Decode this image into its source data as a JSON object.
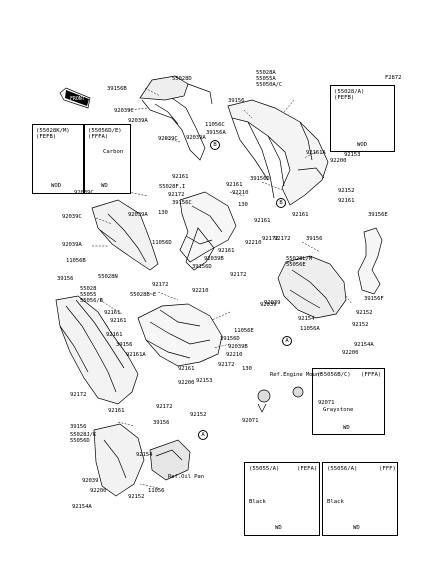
{
  "diagram_code": "F2872",
  "front_label": "FRONT",
  "labels": {
    "p39156B": "39156B",
    "p55028D": "55028D",
    "p92039C_a": "92039C",
    "p92039A_a": "92039A",
    "p92039A_b": "92039A",
    "p92039C_b": "92039C",
    "p39156A": "39156A",
    "p11056C_a": "11056C",
    "p39156_a": "39156",
    "p55028A_block": "55028A\n55055A\n55050A/C",
    "p92161A_a": "92161A",
    "p92153_a": "92153",
    "p92200_a": "92200",
    "p92161_a": "92161",
    "p92152_a": "92152",
    "p92161_b": "92161",
    "p92161_c": "92161",
    "p55028F_I": "55028F,I",
    "p92172_a": "92172",
    "p92210_a": "92210",
    "p39156C": "39156C",
    "p39156D": "39156D",
    "p92039C_c": "92039C",
    "p92039A_c": "92039A",
    "p92039C_d": "92039C",
    "p130_a": "130",
    "p130_b": "130",
    "p11056D": "11056D",
    "p92039A_d": "92039A",
    "p92161_d": "92161",
    "p92210_b": "92210",
    "p92161_e": "92161",
    "p92039B_a": "92039B",
    "p39156D_b": "39156D",
    "p92172_b": "92172",
    "p92172_c": "92172",
    "p39156_b": "39156",
    "p92039_a": "92039",
    "p11056B": "11056B",
    "p55028N": "55028N",
    "p39156_c": "39156",
    "p55028_block": "55028\n55055\n55056/B",
    "p55028B_E": "55028B~E",
    "p92172_d": "92172",
    "p92210_c": "92210",
    "p92161_f": "92161",
    "p92161_g": "92161",
    "p11056E": "11056E",
    "p39156D_c": "39156D",
    "p92039B_b": "92039B",
    "p92161_h": "92161",
    "p39156_d": "39156",
    "p92161A_b": "92161A",
    "p92210_d": "92210",
    "p92172_e": "92172",
    "p92153_b": "92153",
    "p92200_b": "92200",
    "p92152_b": "92152",
    "p92172_f": "92172",
    "p92172_g": "92172",
    "p92161_i": "92161",
    "p39156_e": "39156",
    "p92161_j": "92161",
    "p92161_k": "92161",
    "p92172_h": "92172",
    "p39156E": "39156E",
    "p55028LM_block": "55028L/M\n55056E",
    "p92039_b": "92039",
    "p92154_a": "92154",
    "p11056A": "11056A",
    "p39156F": "39156F",
    "p92152_c": "92152",
    "p92154A_a": "92154A",
    "p92200_c": "92200",
    "p39156_f": "39156",
    "p55028JK_block": "55028J/K\n55056D",
    "p92154_b": "92154",
    "p11056_a": "11056",
    "p92039_c": "92039",
    "p92200_d": "92200",
    "p92154A_b": "92154A",
    "p92152_d": "92152",
    "p92071_a": "92071",
    "p92071_b": "92071",
    "p92152_e": "92152",
    "p130_c": "130",
    "ref_engine": "Ref.Engine Mount",
    "ref_oil": "Ref.Oil Pan"
  },
  "circles": {
    "b1": "B",
    "b2": "B",
    "a1": "A",
    "a2": "A"
  },
  "boxes": {
    "fefb_top": {
      "title": "(55028/A)\n(FEFB)",
      "note": "WOD"
    },
    "fefb_left": {
      "title": "(55028K/M)\n(FEFB)",
      "note": "WOD"
    },
    "ffa_left": {
      "title": "(55056D/E)\n(FFFA)",
      "caption": "Carbon",
      "note": "WD"
    },
    "ffa_right": {
      "title": "(55056B/C)",
      "tag": "(FFFA)",
      "caption": "Graystone",
      "note": "WD"
    },
    "fefa": {
      "title": "(55055/A)",
      "tag": "(FEFA)",
      "caption": "Black",
      "note": "WD"
    },
    "fff": {
      "title": "(55056/A)",
      "tag": "(FFF)",
      "caption": "Black",
      "note": "WD"
    }
  }
}
